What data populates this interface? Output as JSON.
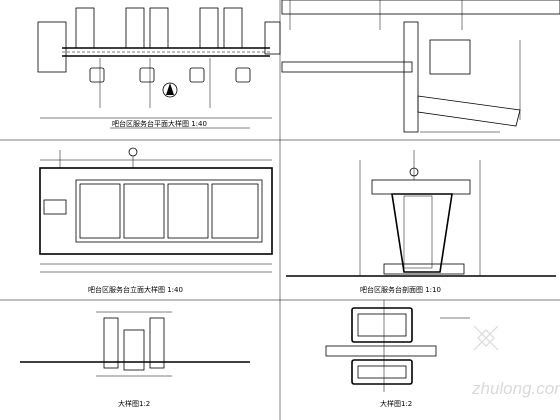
{
  "drawing": {
    "captions": {
      "plan": "吧台区服务台平面大样图 1:40",
      "front_elevation": "吧台区服务台立面大样图 1:40",
      "section": "吧台区服务台剖面图 1:10",
      "detail_a": "大样图1:2",
      "detail_b": "大样图1:2"
    },
    "watermark": {
      "brand": "zhulong.com"
    }
  }
}
